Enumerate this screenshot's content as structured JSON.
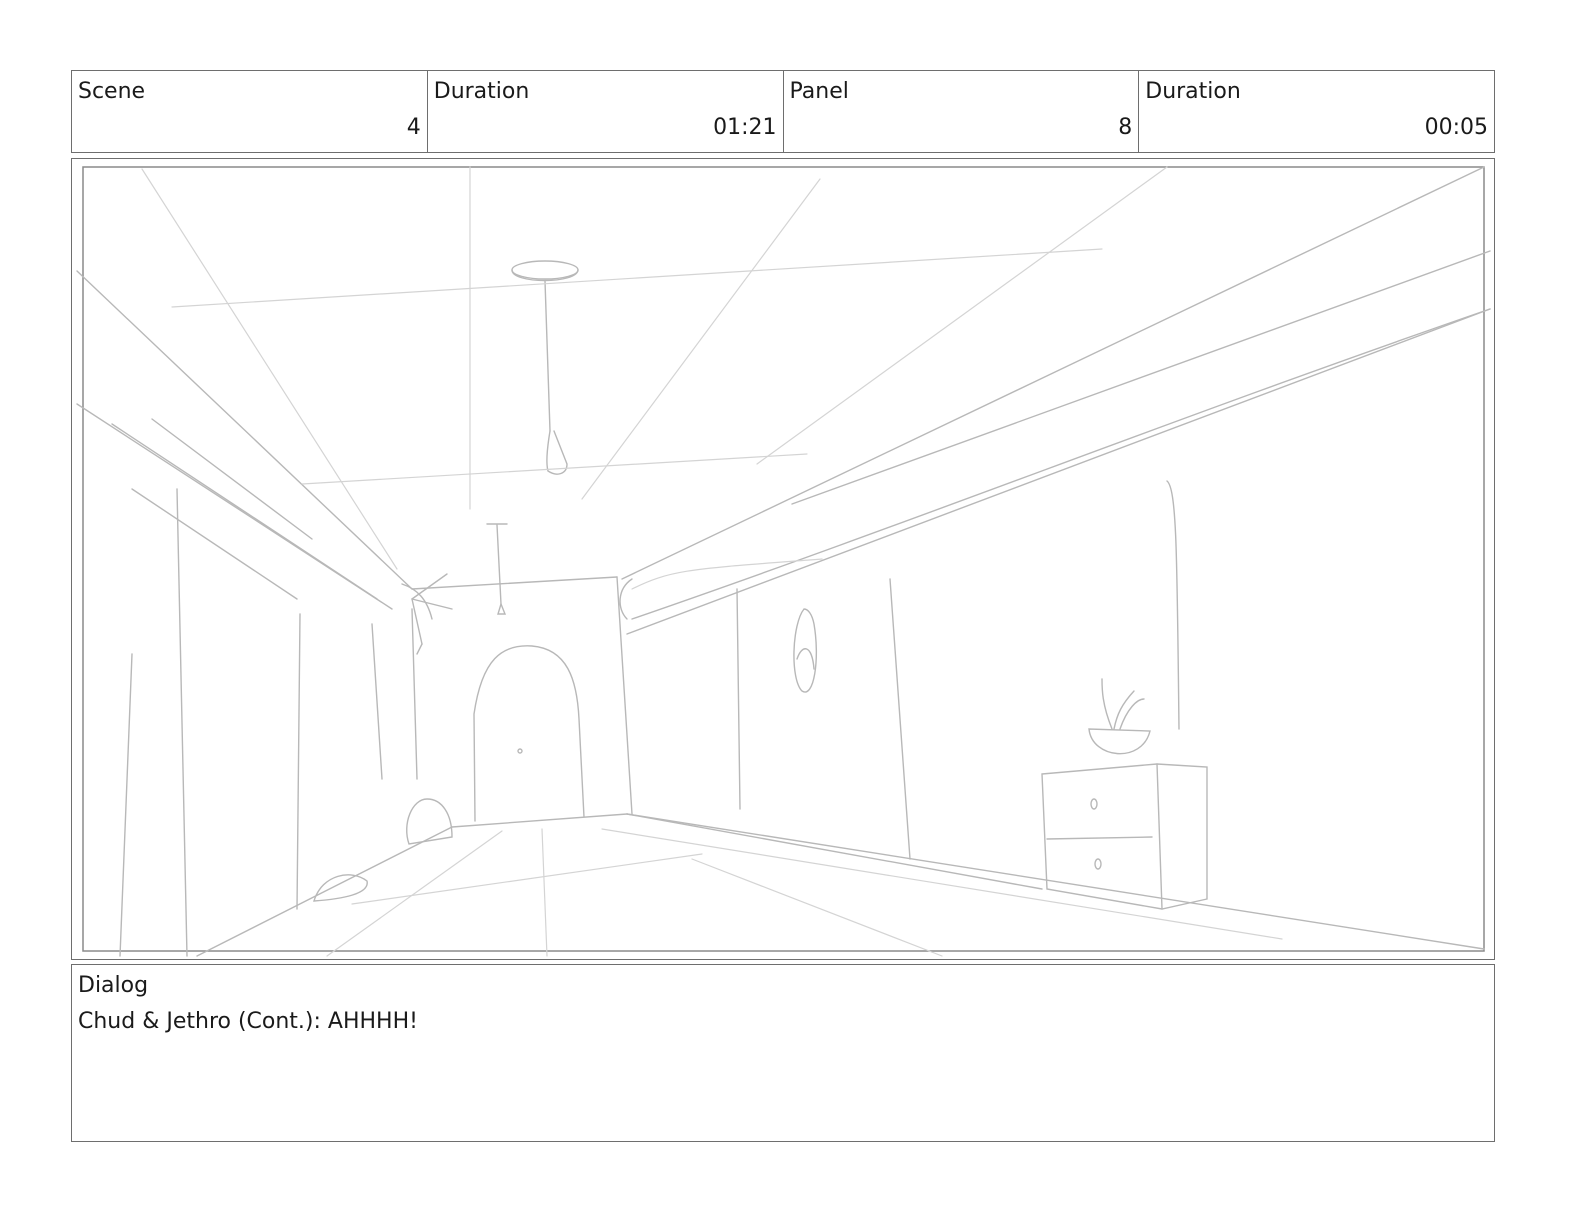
{
  "header": {
    "scene_label": "Scene",
    "scene_value": "4",
    "scene_duration_label": "Duration",
    "scene_duration_value": "01:21",
    "panel_label": "Panel",
    "panel_value": "8",
    "panel_duration_label": "Duration",
    "panel_duration_value": "00:05"
  },
  "dialog": {
    "label": "Dialog",
    "text": "Chud & Jethro (Cont.): AHHHH!"
  }
}
